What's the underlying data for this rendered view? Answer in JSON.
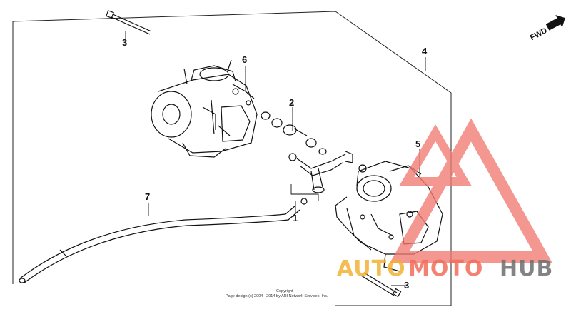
{
  "diagram": {
    "callouts": {
      "c1": "1",
      "c2": "2",
      "c3_top": "3",
      "c3_bottom": "3",
      "c4": "4",
      "c5": "5",
      "c6": "6",
      "c7": "7"
    },
    "direction_label": "FWD",
    "copyright_title": "Copyright",
    "copyright_text": "Page design (c) 2004 - 2014 by ARI Network Services, Inc."
  },
  "watermark": {
    "word_auto": "AUTO",
    "word_moto": "MOTO",
    "word_hub": "HUB",
    "colors": {
      "auto": "#f2b233",
      "moto": "#f26d5b",
      "hub": "#6e6e6e",
      "triangle": "#f07a72"
    }
  }
}
